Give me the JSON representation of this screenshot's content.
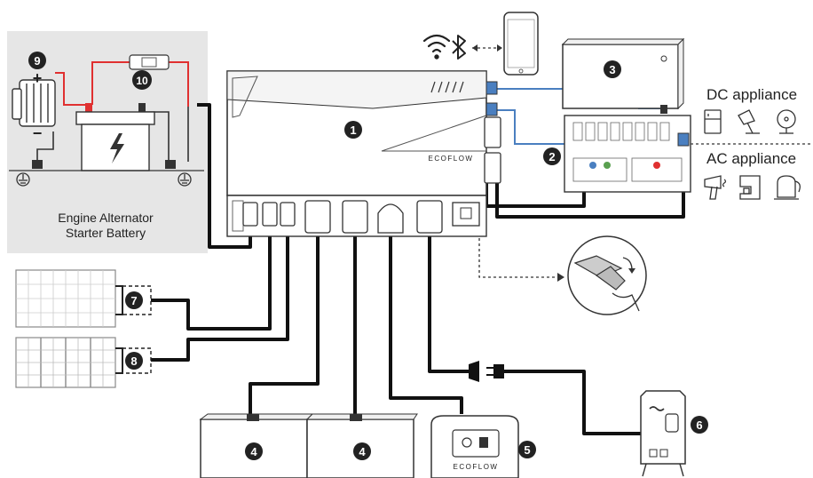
{
  "labels": {
    "dc_appliance": "DC appliance",
    "ac_appliance": "AC appliance",
    "alternator_line1": "Engine Alternator",
    "alternator_line2": "Starter Battery",
    "brand": "ECOFLOW",
    "plus": "+",
    "minus": "−"
  },
  "badges": {
    "b1": "1",
    "b2": "2",
    "b3": "3",
    "b4a": "4",
    "b4b": "4",
    "b5": "5",
    "b6": "6",
    "b7": "7",
    "b8": "8",
    "b9": "9",
    "b10": "10"
  },
  "colors": {
    "cable": "#111111",
    "red_wire": "#e03030",
    "blue_wire": "#4a7fc0",
    "outline": "#333333",
    "panel_bg": "#e6e6e6"
  },
  "icons": {
    "wifi": "wifi-icon",
    "bluetooth": "bluetooth-icon",
    "fridge": "fridge-icon",
    "lamp": "lamp-icon",
    "fan": "fan-icon",
    "hairdryer": "hairdryer-icon",
    "coffee": "coffee-maker-icon",
    "kettle": "kettle-icon",
    "ground": "ground-icon",
    "lightning": "lightning-icon"
  }
}
